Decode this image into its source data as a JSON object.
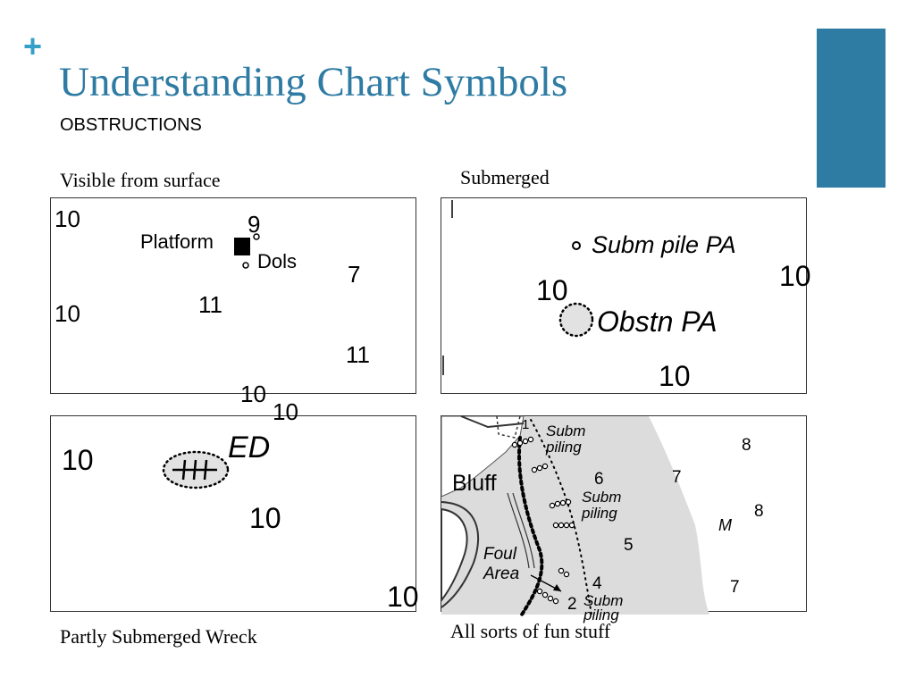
{
  "slide": {
    "plus_symbol": "+",
    "title": "Understanding Chart Symbols",
    "subtitle": "OBSTRUCTIONS",
    "accent_color": "#2e7ca3"
  },
  "captions": {
    "visible": "Visible from surface",
    "submerged": "Submerged",
    "wreck": "Partly Submerged Wreck",
    "fun": "All sorts of fun stuff"
  },
  "panel_visible": {
    "label_platform": "Platform",
    "label_dols": "Dols",
    "soundings": [
      "10",
      "9",
      "7",
      "10",
      "11",
      "11",
      "10"
    ]
  },
  "panel_submerged": {
    "label_pile": "Subm pile PA",
    "label_obstn": "Obstn PA",
    "soundings": [
      "10",
      "10",
      "10"
    ]
  },
  "panel_wreck": {
    "label_ed": "ED",
    "soundings": [
      "10",
      "10",
      "10",
      "10"
    ]
  },
  "panel_fun": {
    "label_bluff": "Bluff",
    "label_foul_1": "Foul",
    "label_foul_2": "Area",
    "label_subm_a_1": "Subm",
    "label_subm_a_2": "piling",
    "label_subm_b_1": "Subm",
    "label_subm_b_2": "piling",
    "label_subm_c_1": "Subm",
    "label_subm_c_2": "piling",
    "label_m": "M",
    "soundings": [
      "8",
      "6",
      "7",
      "8",
      "5",
      "4",
      "7",
      "2",
      "1"
    ]
  }
}
